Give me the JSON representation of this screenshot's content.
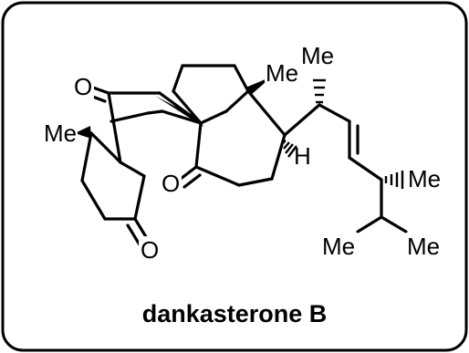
{
  "figure": {
    "caption": "dankasterone B"
  },
  "atoms": {
    "o_ketone_upper": "O",
    "me_left": "Me",
    "o_ketone_middle": "O",
    "o_ketone_lower": "O",
    "me_c13": "Me",
    "me_c20": "Me",
    "h_c17": "H",
    "me_c24": "Me",
    "me_c25_left": "Me",
    "me_c25_right": "Me"
  }
}
